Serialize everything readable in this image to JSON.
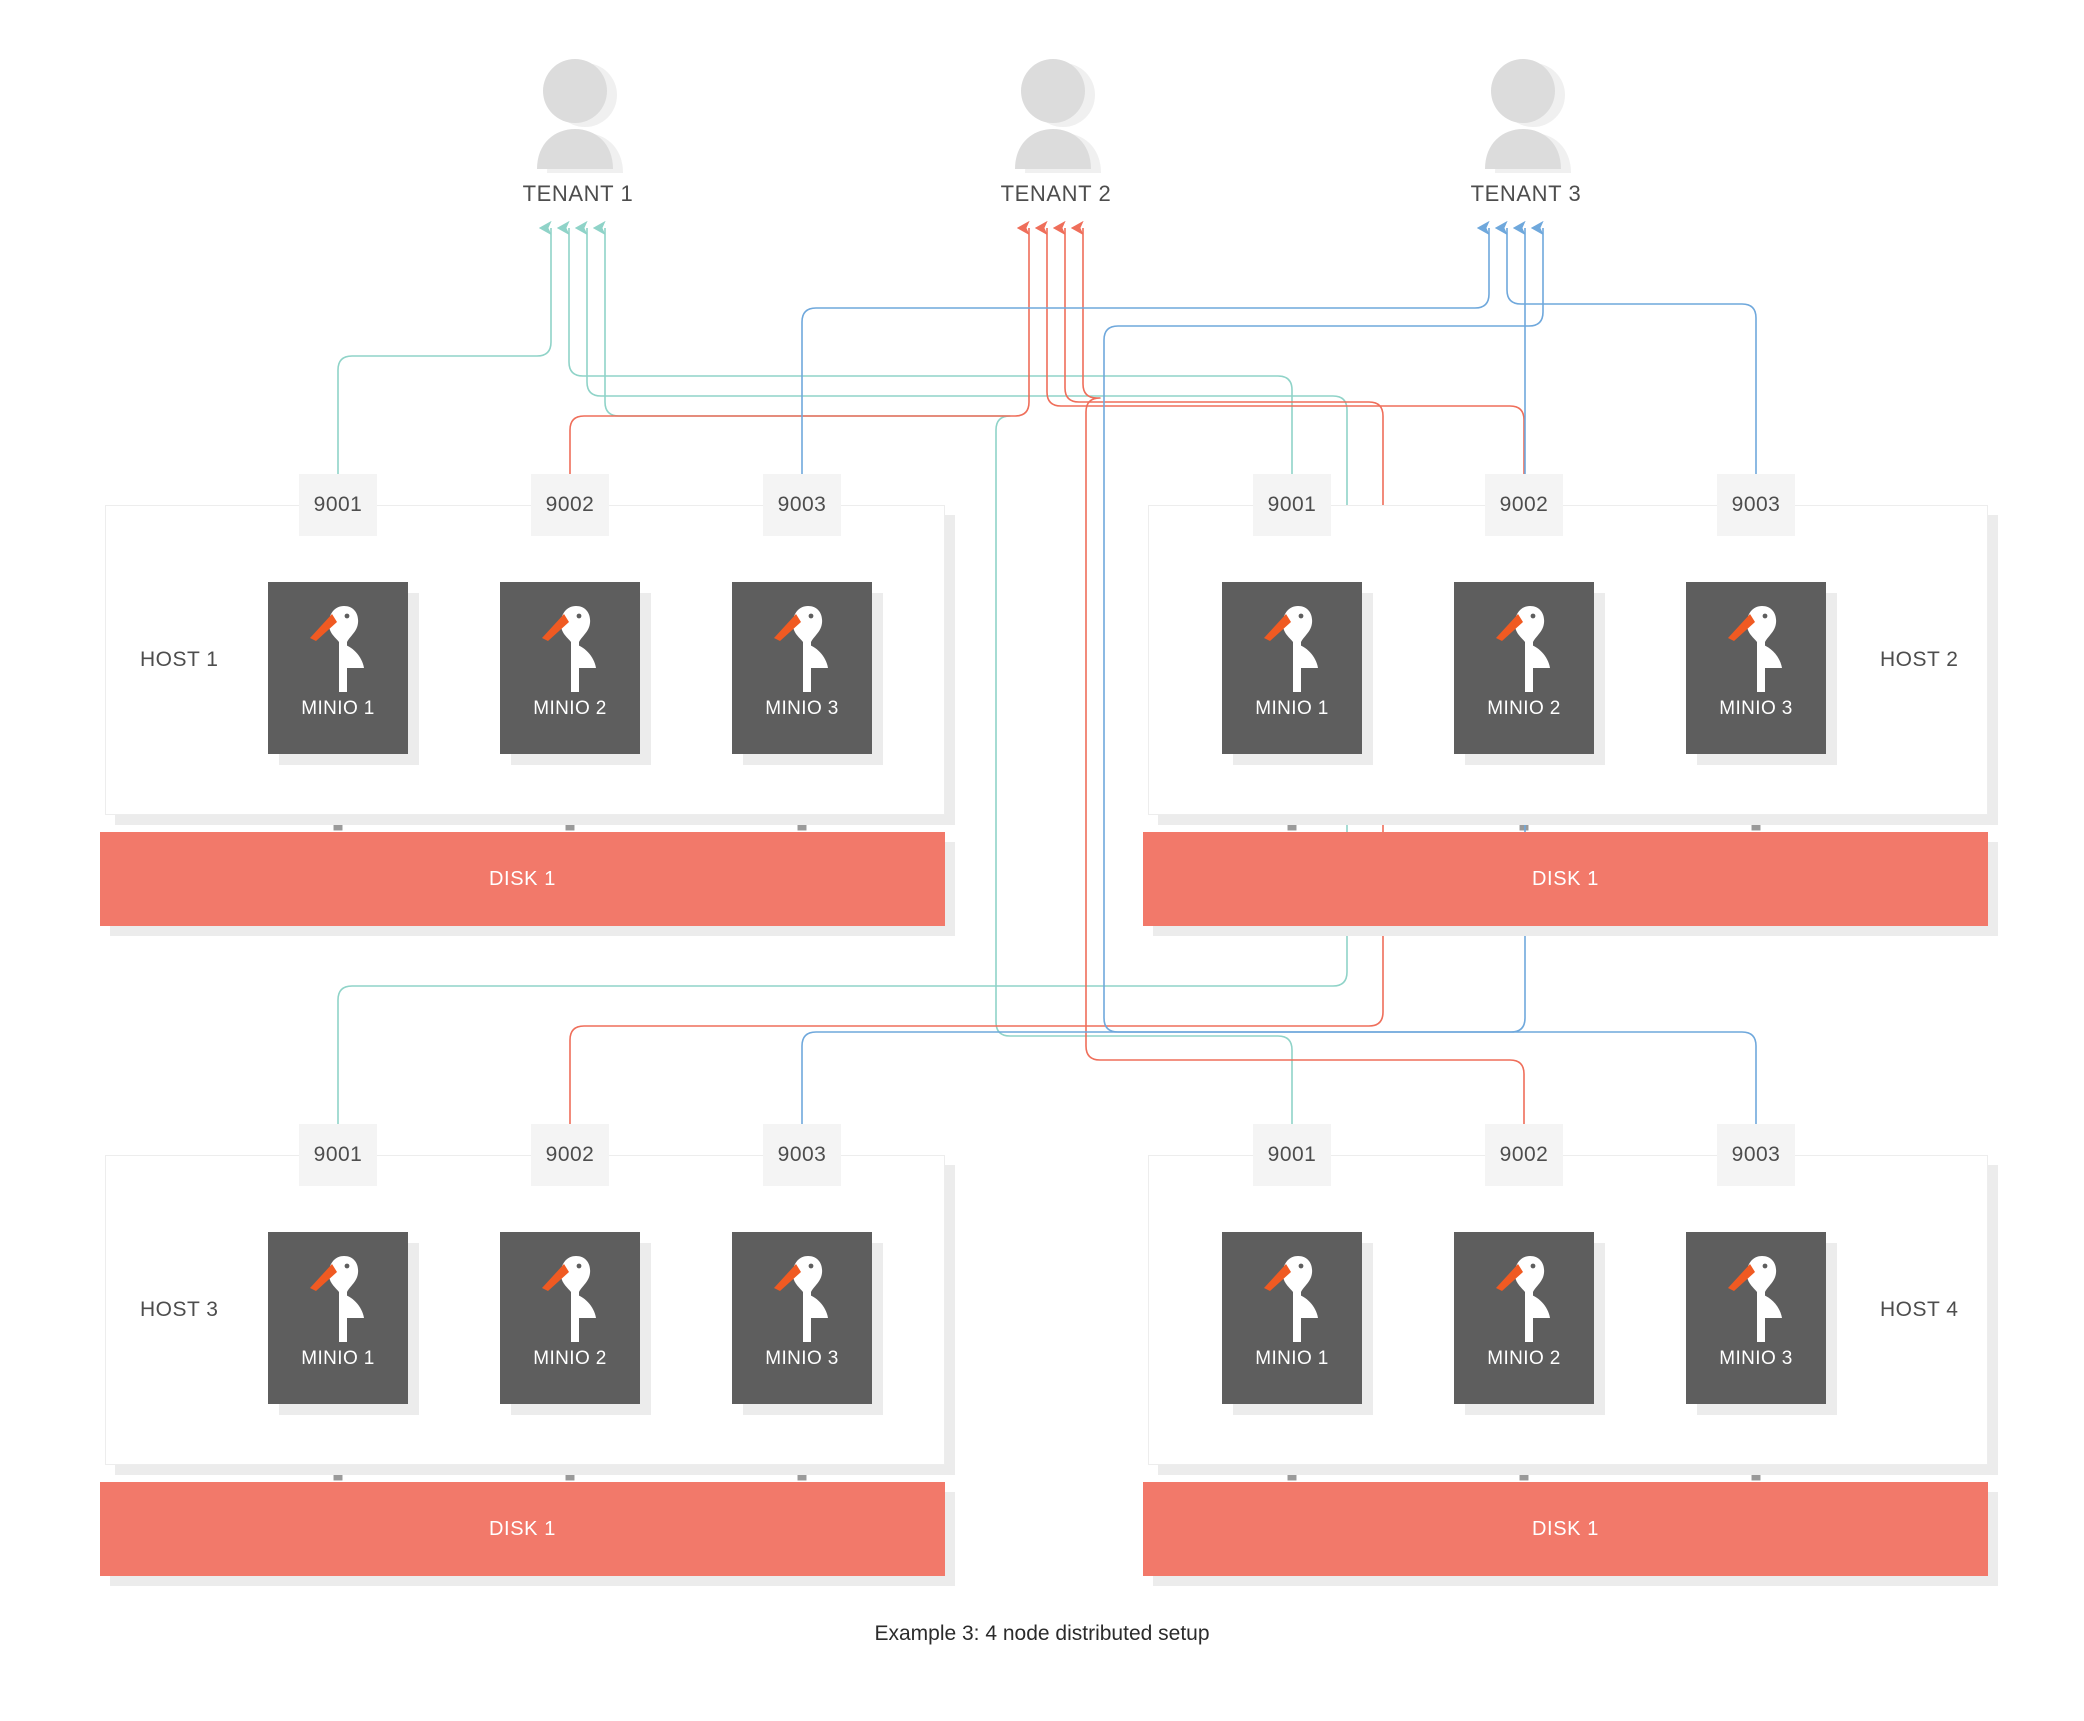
{
  "diagram": {
    "caption": "Example 3: 4 node distributed setup",
    "colors": {
      "tenant1_line": "#8fd3c8",
      "tenant2_line": "#ef6e5a",
      "tenant3_line": "#6fa8dc",
      "node_box": "#5e5e5e",
      "disk_bar": "#f2796a",
      "port_chip": "#f4f4f4",
      "host_panel": "#ffffff",
      "shadow": "#ececec",
      "avatar": "#dcdcdc",
      "text": "#4d4d4d",
      "beak": "#f05a22"
    }
  },
  "tenants": [
    {
      "id": "tenant-1",
      "label": "TENANT 1",
      "icon": "user-avatar-icon",
      "line_color": "#8fd3c8"
    },
    {
      "id": "tenant-2",
      "label": "TENANT 2",
      "icon": "user-avatar-icon",
      "line_color": "#ef6e5a"
    },
    {
      "id": "tenant-3",
      "label": "TENANT 3",
      "icon": "user-avatar-icon",
      "line_color": "#6fa8dc"
    }
  ],
  "hosts": [
    {
      "id": "host-1",
      "label": "HOST 1",
      "label_side": "left",
      "disk": {
        "label": "DISK 1"
      },
      "ports": [
        "9001",
        "9002",
        "9003"
      ],
      "nodes": [
        {
          "label": "MINIO 1",
          "port": "9001",
          "logo": "minio-flamingo-icon"
        },
        {
          "label": "MINIO 2",
          "port": "9002",
          "logo": "minio-flamingo-icon"
        },
        {
          "label": "MINIO 3",
          "port": "9003",
          "logo": "minio-flamingo-icon"
        }
      ]
    },
    {
      "id": "host-2",
      "label": "HOST 2",
      "label_side": "right",
      "disk": {
        "label": "DISK 1"
      },
      "ports": [
        "9001",
        "9002",
        "9003"
      ],
      "nodes": [
        {
          "label": "MINIO 1",
          "port": "9001",
          "logo": "minio-flamingo-icon"
        },
        {
          "label": "MINIO 2",
          "port": "9002",
          "logo": "minio-flamingo-icon"
        },
        {
          "label": "MINIO 3",
          "port": "9003",
          "logo": "minio-flamingo-icon"
        }
      ]
    },
    {
      "id": "host-3",
      "label": "HOST 3",
      "label_side": "left",
      "disk": {
        "label": "DISK 1"
      },
      "ports": [
        "9001",
        "9002",
        "9003"
      ],
      "nodes": [
        {
          "label": "MINIO 1",
          "port": "9001",
          "logo": "minio-flamingo-icon"
        },
        {
          "label": "MINIO 2",
          "port": "9002",
          "logo": "minio-flamingo-icon"
        },
        {
          "label": "MINIO 3",
          "port": "9003",
          "logo": "minio-flamingo-icon"
        }
      ]
    },
    {
      "id": "host-4",
      "label": "HOST 4",
      "label_side": "right",
      "disk": {
        "label": "DISK 1"
      },
      "ports": [
        "9001",
        "9002",
        "9003"
      ],
      "nodes": [
        {
          "label": "MINIO 1",
          "port": "9001",
          "logo": "minio-flamingo-icon"
        },
        {
          "label": "MINIO 2",
          "port": "9002",
          "logo": "minio-flamingo-icon"
        },
        {
          "label": "MINIO 3",
          "port": "9003",
          "logo": "minio-flamingo-icon"
        }
      ]
    }
  ]
}
